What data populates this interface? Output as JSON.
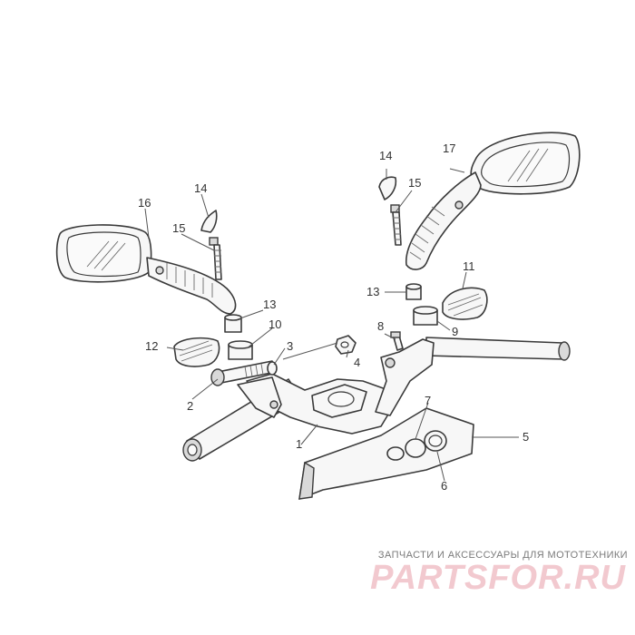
{
  "watermark": {
    "subtitle": "ЗАПЧАСТИ И АКСЕССУАРЫ ДЛЯ МОТОТЕХНИКИ",
    "logo": "PARTSFOR.RU"
  },
  "callouts": [
    "1",
    "2",
    "3",
    "4",
    "5",
    "6",
    "7",
    "8",
    "9",
    "10",
    "11",
    "12",
    "13",
    "13",
    "14",
    "14",
    "15",
    "15",
    "16",
    "17"
  ]
}
